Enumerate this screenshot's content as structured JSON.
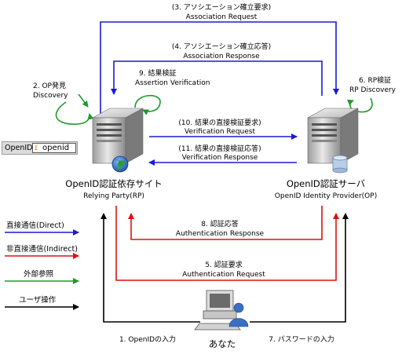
{
  "colors": {
    "direct": "#1a1ad6",
    "indirect": "#e01010",
    "external": "#1e9a2a",
    "user": "#000000"
  },
  "arrows": {
    "assoc_request": {
      "step": "(3. アソシエーション確立要求)",
      "label": "Association Request"
    },
    "assoc_response": {
      "step": "(4. アソシエーション確立応答)",
      "label": "Association Response"
    },
    "verify_result": {
      "step": "9. 結果検証",
      "label": "Assertion Verification"
    },
    "discovery": {
      "step": "2. OP発見",
      "label": "Discovery"
    },
    "rp_verify": {
      "step": "6. RP検証",
      "label": "RP Discovery"
    },
    "verification_request": {
      "step": "(10. 結果の直接検証要求)",
      "label": "Verification Request"
    },
    "verification_response": {
      "step": "(11. 結果の直接検証応答)",
      "label": "Verification Response"
    },
    "auth_response": {
      "step": "8. 認証応答",
      "label": "Authentication Response"
    },
    "auth_request": {
      "step": "5. 認証要求",
      "label": "Authentication Request"
    },
    "openid_input": {
      "step": "1. OpenIDの入力"
    },
    "password_input": {
      "step": "7. パスワードの入力"
    }
  },
  "nodes": {
    "rp": {
      "title": "OpenID認証依存サイト",
      "subtitle": "Relying Party(RP)"
    },
    "op": {
      "title": "OpenID認証サーバ",
      "subtitle": "OpenID Identity Provider(OP)"
    },
    "user": {
      "title": "あなた"
    }
  },
  "login_box": {
    "caption": "OpenID",
    "value": "openid",
    "icon": "openid-logo-icon"
  },
  "legend": {
    "direct": "直接通信(Direct)",
    "indirect": "非直接通信(Indirect)",
    "external": "外部参照",
    "user": "ユーザ操作"
  }
}
